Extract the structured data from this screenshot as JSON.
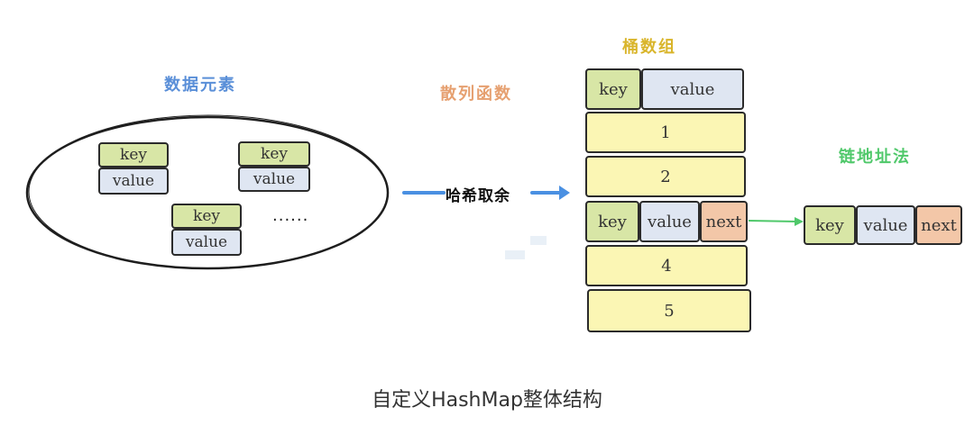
{
  "labels": {
    "data_elements": "数据元素",
    "hash_function": "散列函数",
    "hash_mod": "哈希取余",
    "bucket_array": "桶数组",
    "chaining": "链地址法",
    "ellipsis": "······"
  },
  "fields": {
    "key": "key",
    "value": "value",
    "next": "next"
  },
  "buckets": {
    "b1": "1",
    "b2": "2",
    "b4": "4",
    "b5": "5"
  },
  "caption": "自定义HashMap整体结构",
  "colors": {
    "data_elements_label": "#5a8fd8",
    "hash_function_label": "#e6a070",
    "bucket_array_label": "#d9b52b",
    "chaining_label": "#4fc86a",
    "key_fill": "#d8e6a6",
    "value_fill": "#dfe6f2",
    "next_fill": "#f3c7a8",
    "bucket_fill": "#fbf6b4",
    "hash_arrow": "#4a90e2",
    "chain_arrow": "#4fc86a"
  }
}
